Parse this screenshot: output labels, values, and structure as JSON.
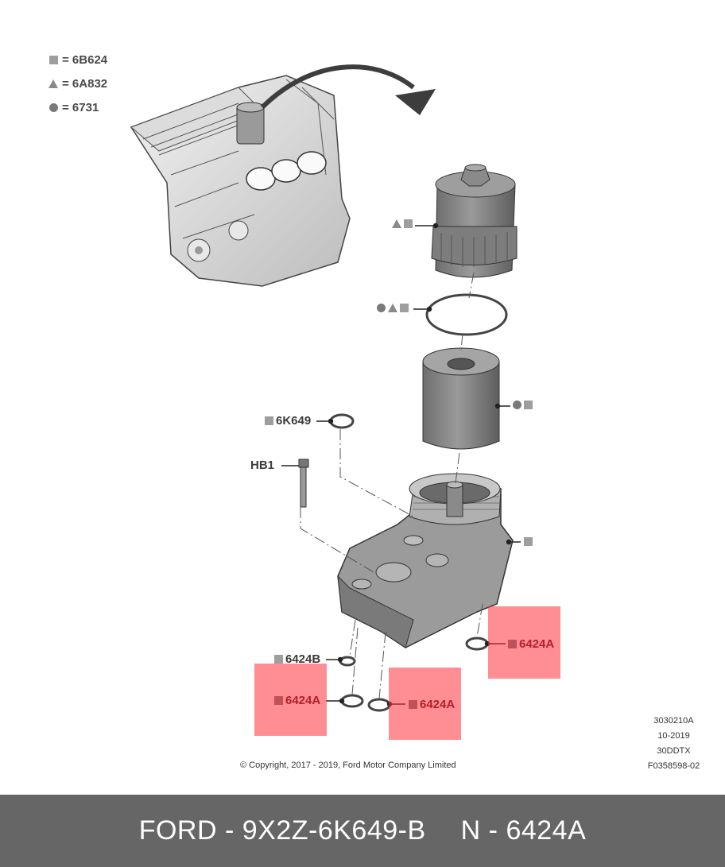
{
  "legend": [
    {
      "symbol": "square-icon",
      "text": "= 6B624"
    },
    {
      "symbol": "triangle-icon",
      "text": "= 6A832"
    },
    {
      "symbol": "circle-icon",
      "text": "= 6731"
    }
  ],
  "labels": {
    "p6K649": "6K649",
    "hb1": "HB1",
    "p6424B": "6424B",
    "p6424A_1": "6424A",
    "p6424A_2": "6424A",
    "p6424A_3": "6424A"
  },
  "meta": {
    "line1": "3030210A",
    "line2": "10-2019",
    "line3": "30DDTX",
    "line4": "F0358598-02"
  },
  "copyright": "© Copyright, 2017 - 2019, Ford Motor Company Limited",
  "footer": {
    "left": "FORD - 9X2Z-6K649-B",
    "right": "N - 6424A"
  },
  "colors": {
    "highlight": "#ff323c",
    "footer_bg": "#666666",
    "part_gray": "#8c8c8c"
  }
}
